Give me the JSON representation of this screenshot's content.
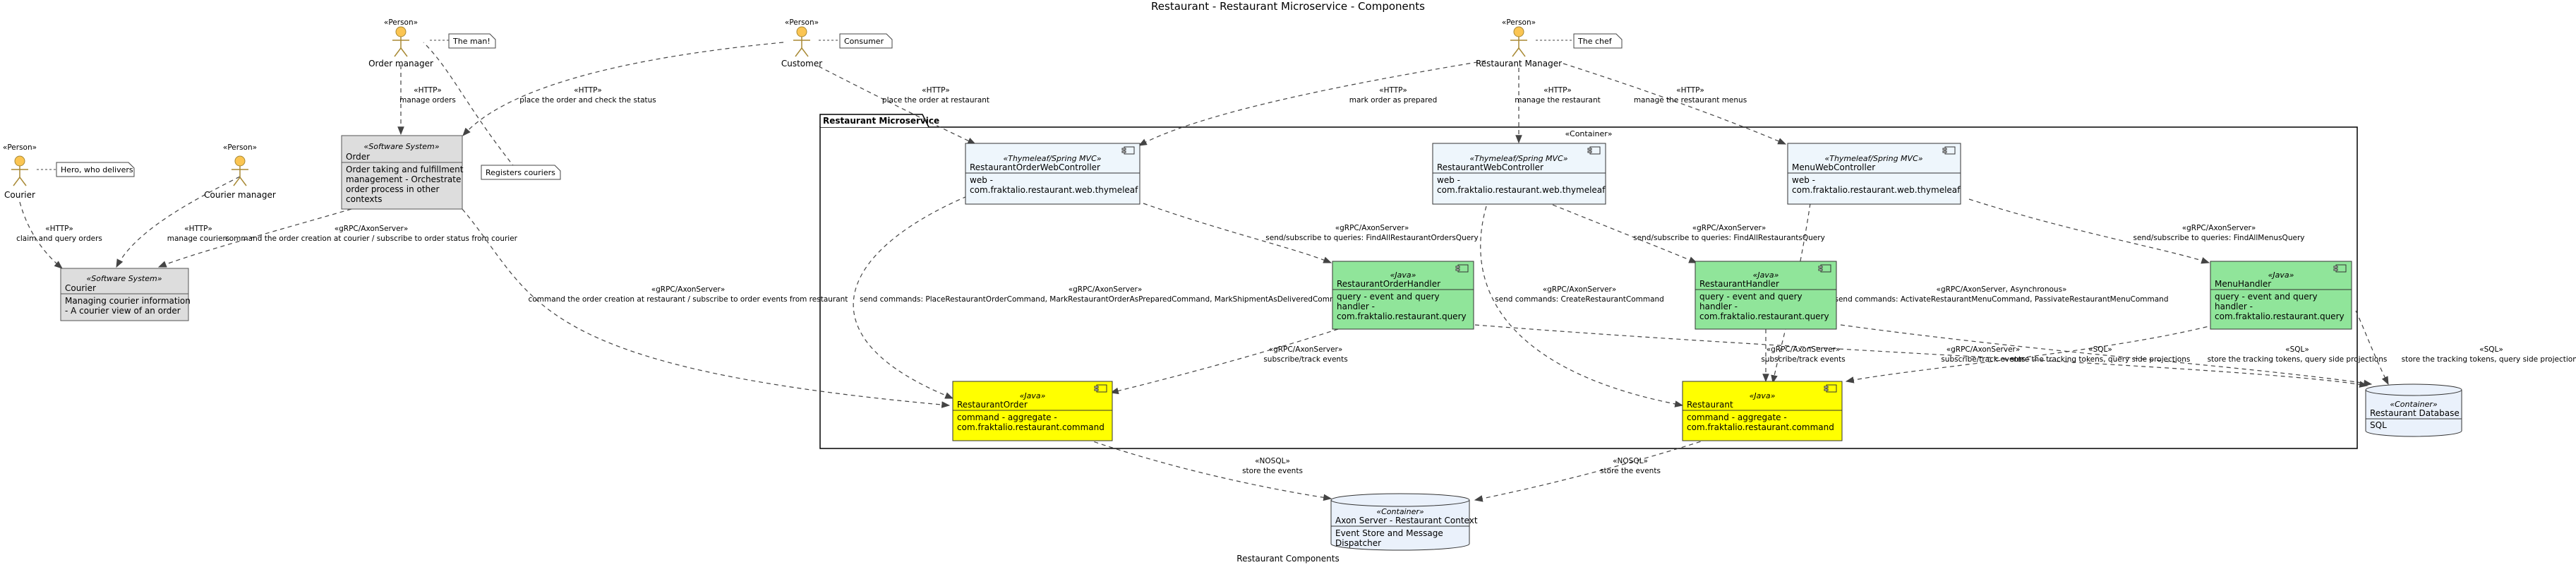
{
  "title": "Restaurant - Restaurant Microservice - Components",
  "caption": "Restaurant Components",
  "colors": {
    "component_blue": "#eef6fc",
    "component_green": "#90e59a",
    "component_yellow": "#ffff00",
    "system_gray": "#dddddd",
    "person_yellow": "#fbc552",
    "container_db": "#eaf1fb"
  },
  "people": {
    "order_manager": {
      "stereotype": "«Person»",
      "name": "Order manager",
      "note": "The man!"
    },
    "customer": {
      "stereotype": "«Person»",
      "name": "Customer",
      "note": "Consumer"
    },
    "restaurant_manager": {
      "stereotype": "«Person»",
      "name": "Restaurant Manager",
      "note": "The chef"
    },
    "courier": {
      "stereotype": "«Person»",
      "name": "Courier",
      "note": "Hero, who delivers"
    },
    "courier_manager": {
      "stereotype": "«Person»",
      "name": "Courier manager"
    }
  },
  "systems": {
    "order": {
      "stereotype": "«Software System»",
      "name": "Order",
      "desc": [
        "Order taking and fulfillment",
        "management - Orchestrate",
        "order process in other",
        "contexts"
      ]
    },
    "courier": {
      "stereotype": "«Software System»",
      "name": "Courier",
      "desc": [
        "Managing courier information",
        "- A courier view of an order"
      ]
    }
  },
  "notes": {
    "registers_couriers": "Registers couriers"
  },
  "boundary": {
    "label": "Restaurant Microservice",
    "stereotype": "«Container»"
  },
  "components": {
    "rowc": {
      "stereotype": "«Thymeleaf/Spring MVC»",
      "name": "RestaurantOrderWebController",
      "desc": [
        "web -",
        "com.fraktalio.restaurant.web.thymeleaf"
      ]
    },
    "rwc": {
      "stereotype": "«Thymeleaf/Spring MVC»",
      "name": "RestaurantWebController",
      "desc": [
        "web -",
        "com.fraktalio.restaurant.web.thymeleaf"
      ]
    },
    "mwc": {
      "stereotype": "«Thymeleaf/Spring MVC»",
      "name": "MenuWebController",
      "desc": [
        "web -",
        "com.fraktalio.restaurant.web.thymeleaf"
      ]
    },
    "roh": {
      "stereotype": "«Java»",
      "name": "RestaurantOrderHandler",
      "desc": [
        "query - event and query",
        "handler -",
        "com.fraktalio.restaurant.query"
      ]
    },
    "rh": {
      "stereotype": "«Java»",
      "name": "RestaurantHandler",
      "desc": [
        "query - event and query",
        "handler -",
        "com.fraktalio.restaurant.query"
      ]
    },
    "mh": {
      "stereotype": "«Java»",
      "name": "MenuHandler",
      "desc": [
        "query - event and query",
        "handler -",
        "com.fraktalio.restaurant.query"
      ]
    },
    "ro": {
      "stereotype": "«Java»",
      "name": "RestaurantOrder",
      "desc": [
        "command - aggregate -",
        "com.fraktalio.restaurant.command"
      ]
    },
    "r": {
      "stereotype": "«Java»",
      "name": "Restaurant",
      "desc": [
        "command - aggregate -",
        "com.fraktalio.restaurant.command"
      ]
    }
  },
  "databases": {
    "restaurant_db": {
      "stereotype": "«Container»",
      "name": "Restaurant Database",
      "desc": "SQL"
    },
    "axon": {
      "stereotype": "«Container»",
      "name": "Axon Server - Restaurant Context",
      "desc": [
        "Event Store and Message",
        "Dispatcher"
      ]
    }
  },
  "edges": [
    {
      "id": "om_order",
      "lines": [
        "«HTTP»",
        "manage orders"
      ]
    },
    {
      "id": "cust_order",
      "lines": [
        "«HTTP»",
        "place the order and check the status"
      ]
    },
    {
      "id": "cust_rowc",
      "lines": [
        "«HTTP»",
        "place the order at restaurant"
      ]
    },
    {
      "id": "rm_rowc",
      "lines": [
        "«HTTP»",
        "mark order as prepared"
      ]
    },
    {
      "id": "rm_rwc",
      "lines": [
        "«HTTP»",
        "manage the restaurant"
      ]
    },
    {
      "id": "rm_mwc",
      "lines": [
        "«HTTP»",
        "manage the restaurant menus"
      ]
    },
    {
      "id": "courier_cs",
      "lines": [
        "«HTTP»",
        "claim and query orders"
      ]
    },
    {
      "id": "cm_cs",
      "lines": [
        "«HTTP»",
        "manage couriers"
      ]
    },
    {
      "id": "order_cs",
      "lines": [
        "«gRPC/AxonServer»",
        "command the order creation at courier / subscribe to order status from courier"
      ]
    },
    {
      "id": "order_ro",
      "lines": [
        "«gRPC/AxonServer»",
        "command the order creation at restaurant / subscribe to order events from restaurant"
      ]
    },
    {
      "id": "rowc_roh",
      "lines": [
        "«gRPC/AxonServer»",
        "send/subscribe to queries: FindAllRestaurantOrdersQuery"
      ]
    },
    {
      "id": "rowc_ro",
      "lines": [
        "«gRPC/AxonServer»",
        "send commands: PlaceRestaurantOrderCommand, MarkRestaurantOrderAsPreparedCommand, MarkShipmentAsDeliveredCommand"
      ]
    },
    {
      "id": "roh_ro",
      "lines": [
        "«gRPC/AxonServer»",
        "subscribe/track events"
      ]
    },
    {
      "id": "rwc_rh",
      "lines": [
        "«gRPC/AxonServer»",
        "send/subscribe to queries: FindAllRestaurantsQuery"
      ]
    },
    {
      "id": "rwc_r",
      "lines": [
        "«gRPC/AxonServer»",
        "send commands: CreateRestaurantCommand"
      ]
    },
    {
      "id": "rh_r",
      "lines": [
        "«gRPC/AxonServer»",
        "subscribe/track events"
      ]
    },
    {
      "id": "mwc_mh",
      "lines": [
        "«gRPC/AxonServer»",
        "send/subscribe to queries: FindAllMenusQuery"
      ]
    },
    {
      "id": "mwc_r",
      "lines": [
        "«gRPC/AxonServer, Asynchronous»",
        "send commands: ActivateRestaurantMenuCommand, PassivateRestaurantMenuCommand"
      ]
    },
    {
      "id": "mh_r",
      "lines": [
        "«gRPC/AxonServer»",
        "subscribe/track events"
      ]
    },
    {
      "id": "roh_db",
      "lines": [
        "«SQL»",
        "store the tracking tokens, query side projections"
      ]
    },
    {
      "id": "rh_db",
      "lines": [
        "«SQL»",
        "store the tracking tokens, query side projections"
      ]
    },
    {
      "id": "mh_db",
      "lines": [
        "«SQL»",
        "store the tracking tokens, query side projections"
      ]
    },
    {
      "id": "ro_axon",
      "lines": [
        "«NOSQL»",
        "store the events"
      ]
    },
    {
      "id": "r_axon",
      "lines": [
        "«NOSQL»",
        "store the events"
      ]
    }
  ]
}
